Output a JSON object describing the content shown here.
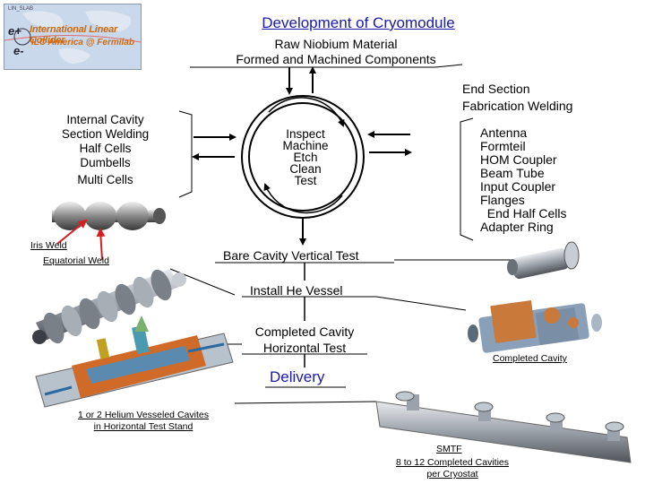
{
  "title": "Development of Cryomodule",
  "logo": {
    "small_text": "LIN_SLAB",
    "line1": "International Linear Collider",
    "line2": "ILC America @ Fermilab",
    "e_plus": "e+",
    "e_minus": "e-"
  },
  "subtitle": {
    "line1": "Raw Niobium Material",
    "line2": "Formed and Machined Components"
  },
  "internal_welding": {
    "line1": "Internal Cavity",
    "line2": "Section Welding",
    "line3": "Half Cells",
    "line4": "Dumbells",
    "line5": "Multi Cells"
  },
  "center_steps": [
    "Inspect",
    "Machine",
    "Etch",
    "Clean",
    "Test"
  ],
  "end_section": {
    "line1": "End Section",
    "line2": "Fabrication Welding"
  },
  "components": [
    "Antenna",
    "Formteil",
    "HOM Coupler",
    "Beam Tube",
    "Input Coupler",
    "Flanges",
    "  End Half Cells",
    "Adapter Ring"
  ],
  "weld_labels": {
    "iris": "Iris Weld",
    "equatorial": "Equatorial Weld"
  },
  "flow": {
    "bare_test": "Bare Cavity Vertical Test",
    "install": "Install He Vessel",
    "completed_line1": "Completed Cavity",
    "completed_line2": "Horizontal Test",
    "delivery": "Delivery"
  },
  "captions": {
    "completed_cavity": "Completed Cavity",
    "helium_line1": "1 or 2 Helium Vesseled Cavites",
    "helium_line2": "in Horizontal Test Stand",
    "smtf": "SMTF",
    "cryostat_line1": "8 to 12 Completed Cavities",
    "cryostat_line2": "per Cryostat"
  },
  "colors": {
    "title_blue": "#1a1aa8",
    "arrow_red": "#d42020",
    "logo_orange": "#d06a10"
  }
}
